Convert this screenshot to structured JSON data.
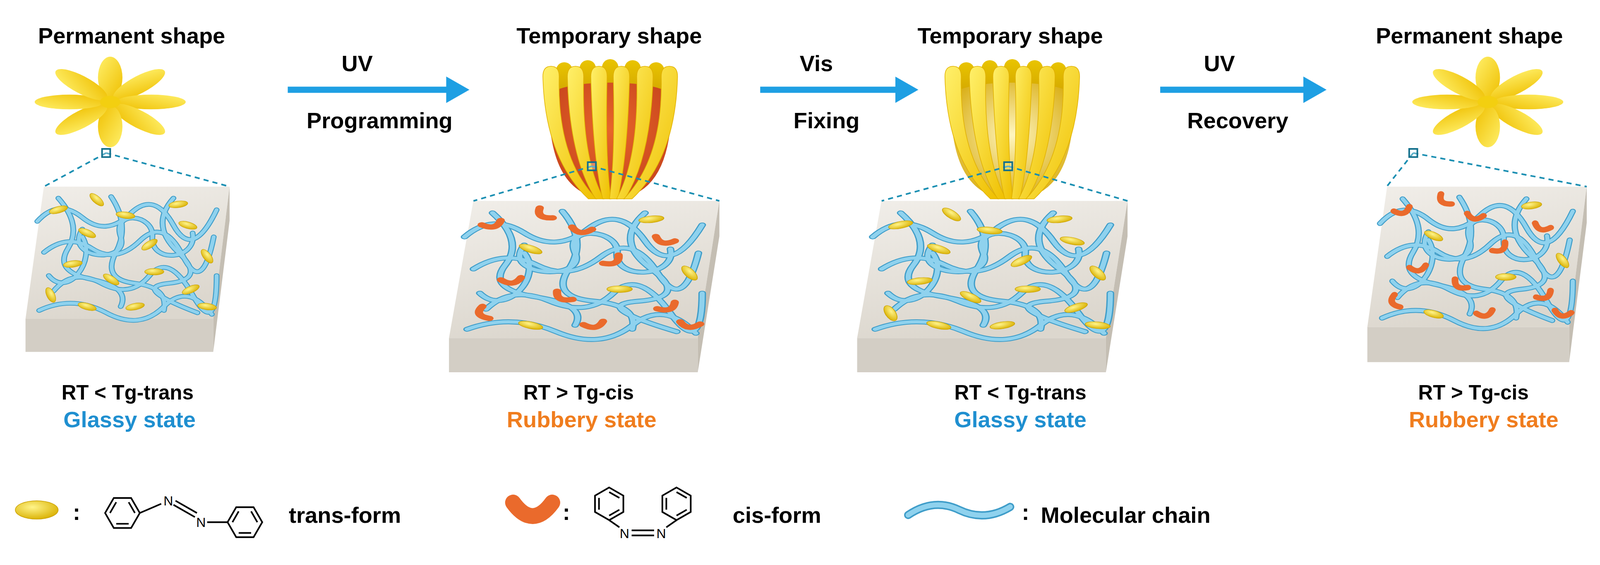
{
  "diagram": {
    "nodes": [
      {
        "text": [
          "Permanent shape",
          "RT < Tg-trans",
          "Glassy state"
        ]
      },
      {
        "text": [
          "Temporary shape",
          "RT > Tg-cis",
          "Rubbery state"
        ]
      },
      {
        "text": [
          "Temporary shape",
          "RT < Tg-trans",
          "Glassy state"
        ]
      },
      {
        "text": [
          "Permanent shape",
          "RT > Tg-cis",
          "Rubbery state"
        ]
      }
    ],
    "edges": [
      {
        "from": 0,
        "to": 1,
        "arrow": "to",
        "label": "UV"
      },
      {
        "from": 1,
        "to": 2,
        "arrow": "to",
        "label": "Vis"
      },
      {
        "from": 2,
        "to": 3,
        "arrow": "to",
        "label": "UV"
      }
    ],
    "labels": [
      "Programming",
      "Fixing",
      "Recovery",
      ":",
      "N",
      "N",
      ":",
      "N",
      "N",
      ":"
    ],
    "legend": [
      {
        "text": "trans-form"
      },
      {
        "text": "cis-form"
      },
      {
        "text": "Molecular chain"
      }
    ]
  }
}
